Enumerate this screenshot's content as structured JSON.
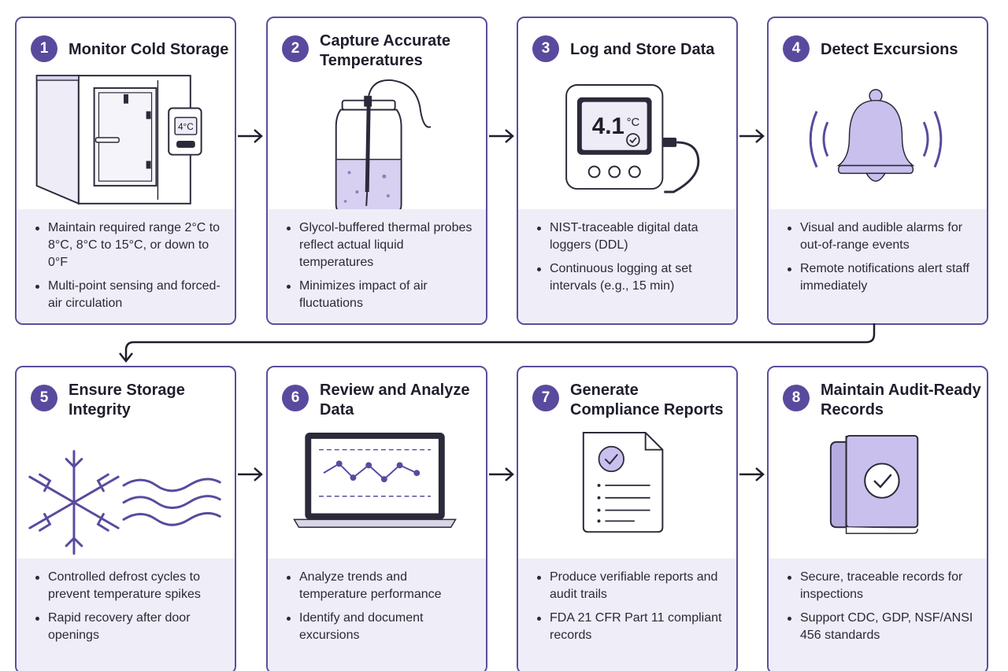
{
  "steps": [
    {
      "number": "1",
      "title": "Monitor Cold Storage",
      "display": "4°C",
      "bullets": [
        "Maintain required range 2°C to 8°C, 8°C to 15°C, or down to 0°F",
        "Multi-point sensing and forced-air circulation"
      ],
      "icon": "walk-in-cooler-icon"
    },
    {
      "number": "2",
      "title": "Capture Accurate Temperatures",
      "bullets": [
        "Glycol-buffered thermal probes reflect actual liquid temperatures",
        "Minimizes impact of air fluctuations"
      ],
      "icon": "glycol-probe-jar-icon"
    },
    {
      "number": "3",
      "title": "Log and Store Data",
      "display": "4.1",
      "display_unit": "°C",
      "bullets": [
        "NIST-traceable digital data loggers (DDL)",
        "Continuous logging at set intervals (e.g., 15 min)"
      ],
      "icon": "data-logger-icon"
    },
    {
      "number": "4",
      "title": "Detect Excursions",
      "bullets": [
        "Visual and audible alarms for out-of-range events",
        "Remote notifications alert staff immediately"
      ],
      "icon": "alarm-bell-icon"
    },
    {
      "number": "5",
      "title": "Ensure Storage Integrity",
      "bullets": [
        "Controlled defrost cycles to prevent temperature spikes",
        "Rapid recovery after door openings"
      ],
      "icon": "snowflake-airflow-icon"
    },
    {
      "number": "6",
      "title": "Review and Analyze Data",
      "bullets": [
        "Analyze trends and temperature performance",
        "Identify and document excursions"
      ],
      "icon": "laptop-chart-icon"
    },
    {
      "number": "7",
      "title": "Generate Compliance Reports",
      "bullets": [
        "Produce verifiable reports and audit trails",
        "FDA 21 CFR Part 11 compliant records"
      ],
      "icon": "report-document-icon"
    },
    {
      "number": "8",
      "title": "Maintain Audit-Ready Records",
      "bullets": [
        "Secure, traceable records for inspections",
        "Support CDC, GDP, NSF/ANSI 456 standards"
      ],
      "icon": "records-binder-icon"
    }
  ],
  "colors": {
    "accent": "#5a4a9e",
    "border": "#5a4e9a",
    "panel": "#efedf7",
    "illustration_fill": "#c9c0ee"
  }
}
